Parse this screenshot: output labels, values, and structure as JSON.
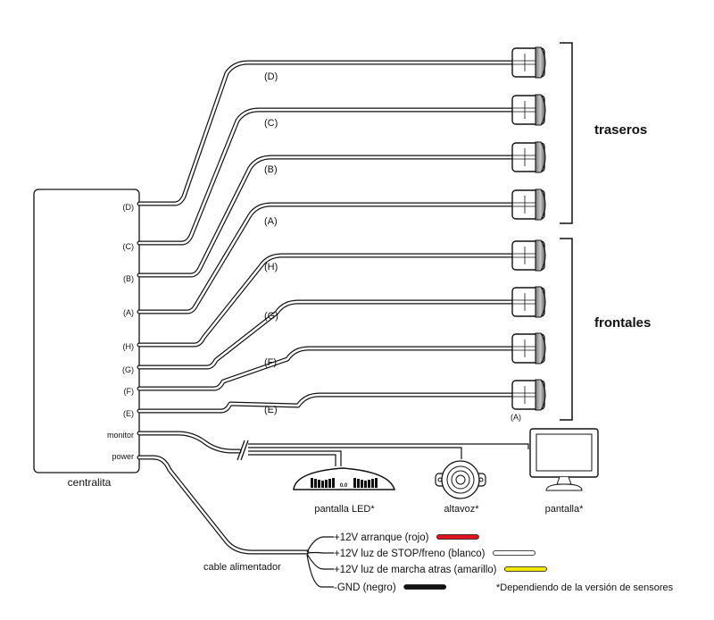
{
  "control_unit": {
    "caption": "centralita",
    "ports": [
      "(D)",
      "(C)",
      "(B)",
      "(A)",
      "(H)",
      "(G)",
      "(F)",
      "(E)",
      "monitor",
      "power"
    ]
  },
  "wire_labels": [
    "(D)",
    "(C)",
    "(B)",
    "(A)",
    "(H)",
    "(G)",
    "(F)",
    "(E)"
  ],
  "sensor_extra_label": "(A)",
  "groups": {
    "rear": "traseros",
    "front": "frontales"
  },
  "devices": {
    "led_display": "pantalla LED*",
    "led_value": "0.0",
    "speaker": "altavoz*",
    "screen": "pantalla*"
  },
  "power_cable": {
    "caption": "cable alimentador",
    "leads": [
      {
        "label": "+12V arranque (rojo)",
        "color": "#e0141e"
      },
      {
        "label": "+12V luz de STOP/freno (blanco)",
        "color": "#ffffff"
      },
      {
        "label": "+12V luz de marcha atras (amarillo)",
        "color": "#f2e600"
      },
      {
        "label": "-GND (negro)",
        "color": "#111111"
      }
    ]
  },
  "footnote": "*Dependiendo de la versión de sensores"
}
